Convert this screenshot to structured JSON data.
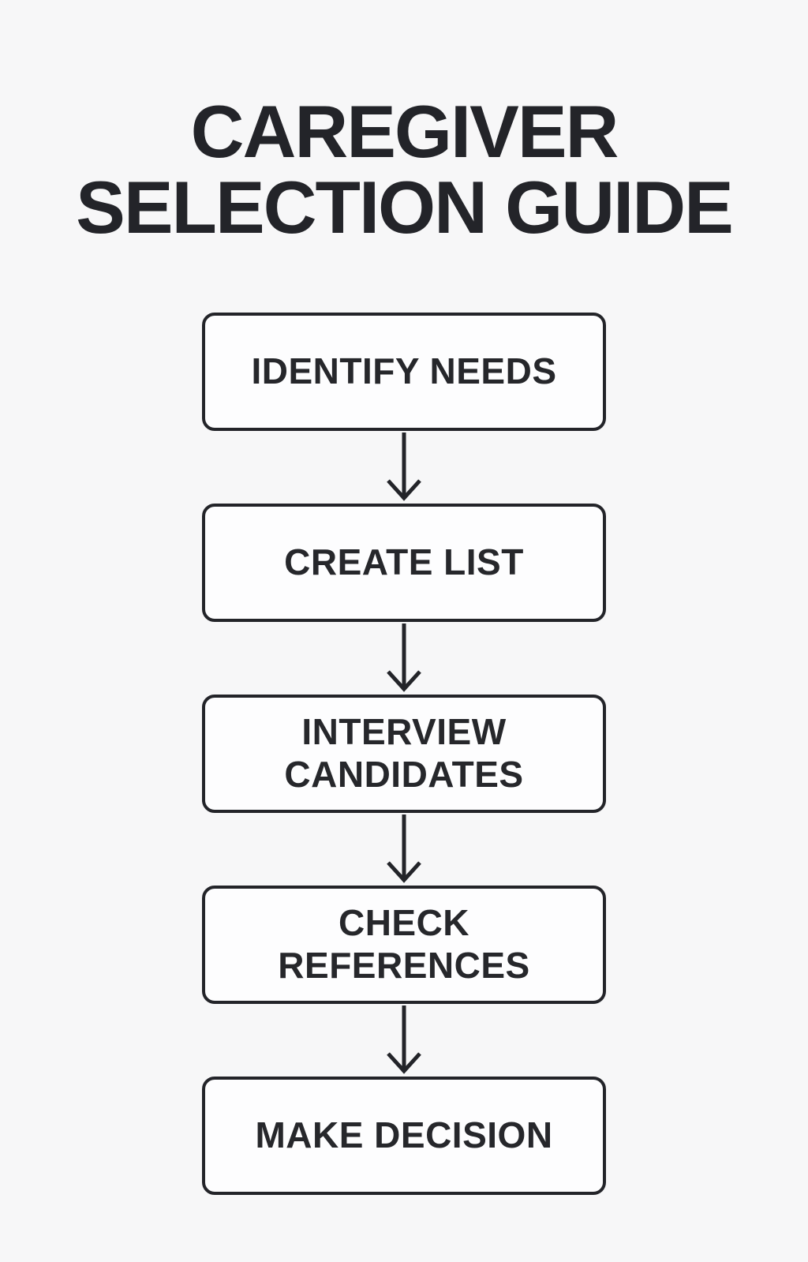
{
  "title": {
    "line1": "CAREGIVER",
    "line2": "SELECTION GUIDE"
  },
  "flow": {
    "steps": [
      {
        "label": "IDENTIFY NEEDS"
      },
      {
        "label": "CREATE LIST"
      },
      {
        "label": "INTERVIEW CANDIDATES"
      },
      {
        "label": "CHECK REFERENCES"
      },
      {
        "label": "MAKE DECISION"
      }
    ]
  },
  "icons": {
    "connector": "arrow-down-icon"
  },
  "colors": {
    "background": "#f7f7f8",
    "box_fill": "#fdfdfe",
    "ink": "#232429"
  }
}
